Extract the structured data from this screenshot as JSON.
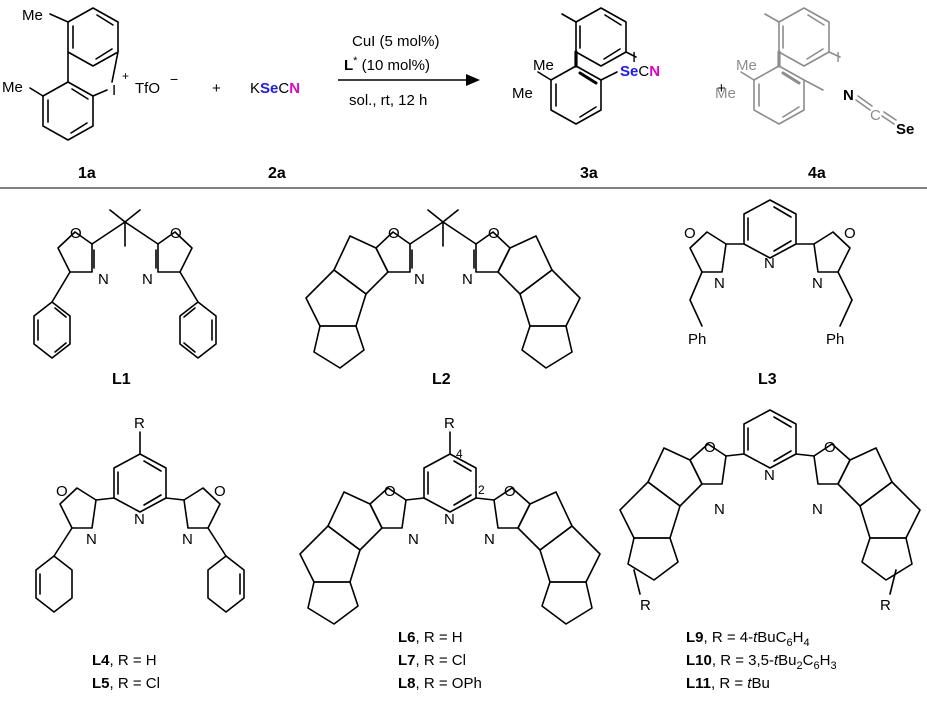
{
  "reaction": {
    "reactant1": {
      "id": "1a",
      "me_top": "Me",
      "me_bottom": "Me",
      "iodine": "I",
      "plus": "+",
      "counterion": "TfO",
      "minus": "−"
    },
    "plus_sign": "+",
    "reactant2": {
      "id": "2a",
      "k": "K",
      "se": "Se",
      "c": "C",
      "n": "N"
    },
    "conditions": {
      "line1": "CuI (5 mol%)",
      "ligand": "L",
      "ligand_star": "*",
      "ligand_amount": " (10 mol%)",
      "line3": "sol., rt, 12 h"
    },
    "product1": {
      "id": "3a",
      "me_top": "Me",
      "me_bottom": "Me",
      "iodine": "I",
      "se": "Se",
      "c": "C",
      "n": "N"
    },
    "plus_sign2": "+",
    "product2": {
      "id": "4a",
      "me_top": "Me",
      "me_bottom": "Me",
      "iodine": "I",
      "n": "N",
      "c": "C",
      "se": "Se"
    }
  },
  "ligands": {
    "L1": {
      "label": "L1",
      "atoms": [
        "O",
        "O",
        "N",
        "N"
      ]
    },
    "L2": {
      "label": "L2",
      "atoms": [
        "O",
        "O",
        "N",
        "N"
      ]
    },
    "L3": {
      "label": "L3",
      "atoms": [
        "O",
        "O",
        "N",
        "N",
        "N"
      ],
      "ph_left": "Ph",
      "ph_right": "Ph"
    },
    "L4_L5": {
      "r": "R",
      "atoms": [
        "O",
        "O",
        "N",
        "N",
        "N"
      ],
      "entries": [
        {
          "name": "L4",
          "sub": ", R = H"
        },
        {
          "name": "L5",
          "sub": ", R = Cl"
        }
      ]
    },
    "L6_L8": {
      "r": "R",
      "pos4": "4",
      "pos2": "2",
      "atoms": [
        "O",
        "O",
        "N",
        "N",
        "N"
      ],
      "entries": [
        {
          "name": "L6",
          "sub": ", R = H"
        },
        {
          "name": "L7",
          "sub": ", R = Cl"
        },
        {
          "name": "L8",
          "sub": ", R = OPh"
        }
      ]
    },
    "L9_L11": {
      "r_left": "R",
      "r_right": "R",
      "atoms": [
        "O",
        "O",
        "N",
        "N",
        "N"
      ],
      "l9": {
        "name": "L9",
        "pre": ", R = 4-",
        "it": "t",
        "post": "BuC",
        "s1": "6",
        "mid": "H",
        "s2": "4"
      },
      "l10": {
        "name": "L10",
        "pre": ", R = 3,5-",
        "it": "t",
        "post": "Bu",
        "s1": "2",
        "mid": "C",
        "s2": "6",
        "mid2": "H",
        "s3": "3"
      },
      "l11": {
        "name": "L11",
        "pre": ", R = ",
        "it": "t",
        "post": "Bu"
      }
    }
  },
  "colors": {
    "se": "#1a1aff",
    "n": "#e000c8",
    "gray": "#8c8c8c",
    "se_gray": "#5b5bff"
  }
}
